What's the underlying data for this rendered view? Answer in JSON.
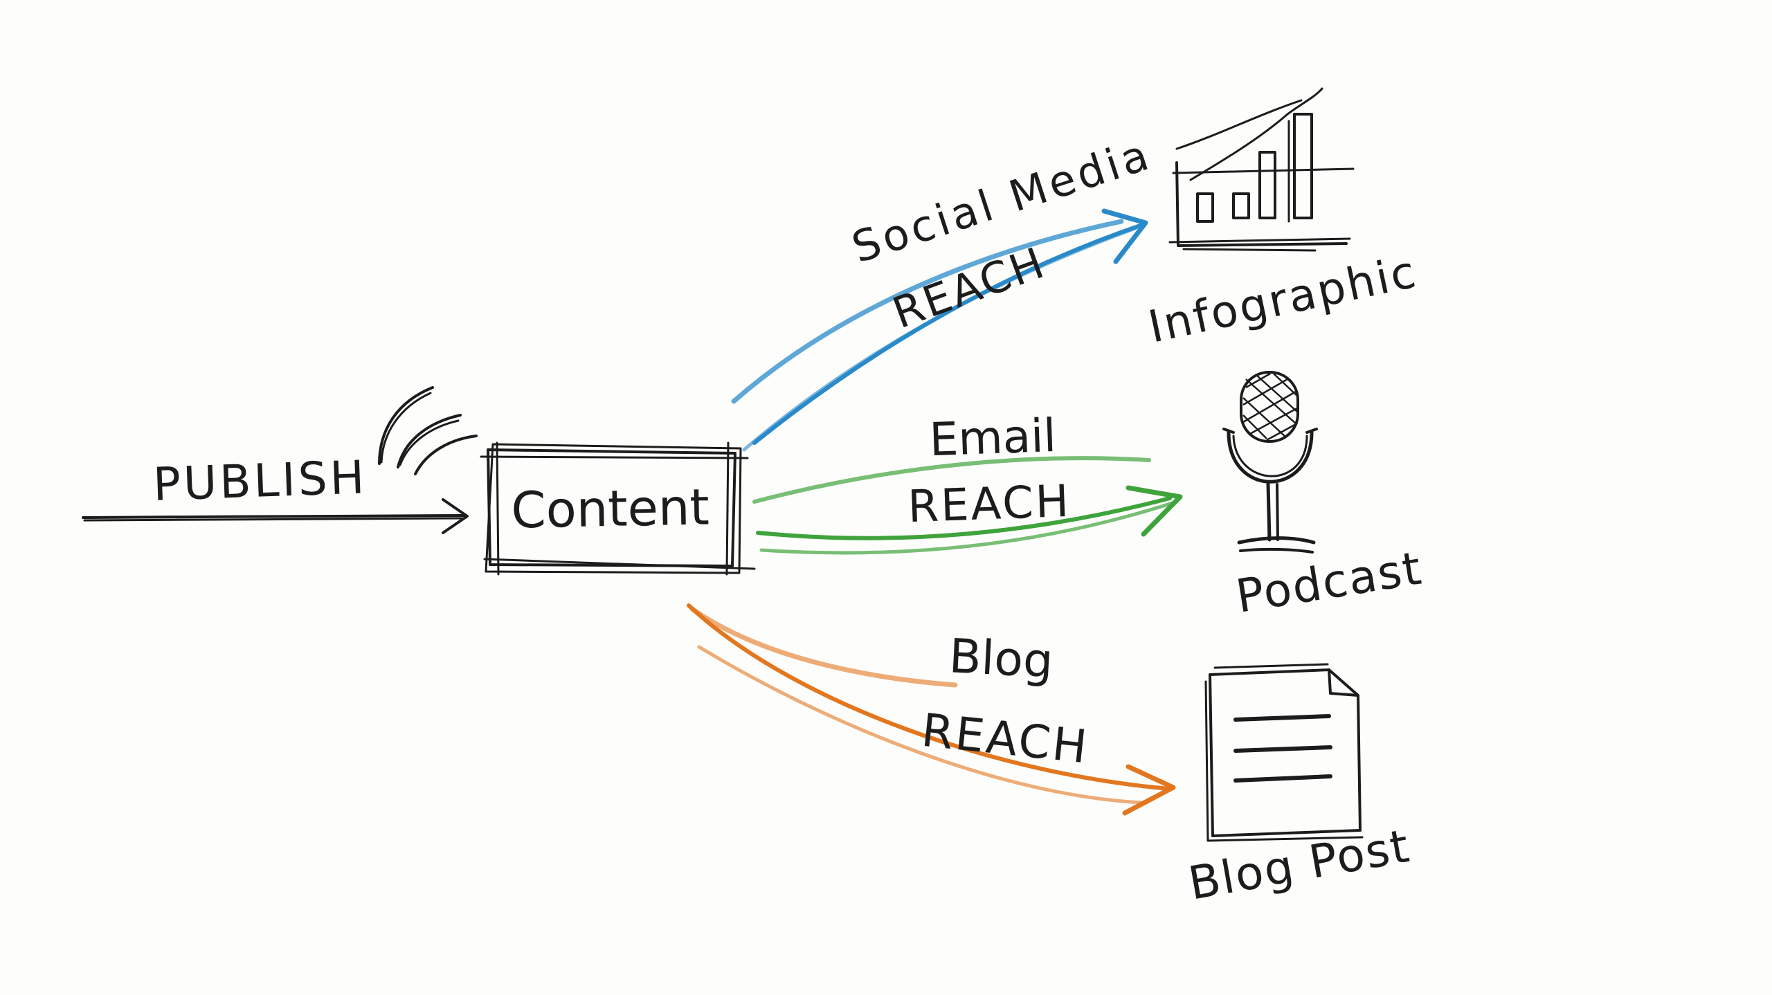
{
  "source": {
    "label": "PUBLISH"
  },
  "hub": {
    "label": "Content"
  },
  "channels": [
    {
      "name": "Social Media",
      "reach_label": "REACH",
      "target": "Infographic",
      "color": "#2a8ac9"
    },
    {
      "name": "Email",
      "reach_label": "REACH",
      "target": "Podcast",
      "color": "#3fa33c"
    },
    {
      "name": "Blog",
      "reach_label": "REACH",
      "target": "Blog Post",
      "color": "#e2771f"
    }
  ],
  "icons": {
    "infographic": "bar-chart-icon",
    "podcast": "microphone-icon",
    "blog_post": "document-icon",
    "broadcast": "signal-waves-icon"
  },
  "colors": {
    "ink": "#1c1c1c",
    "background": "#fdfdfb"
  }
}
